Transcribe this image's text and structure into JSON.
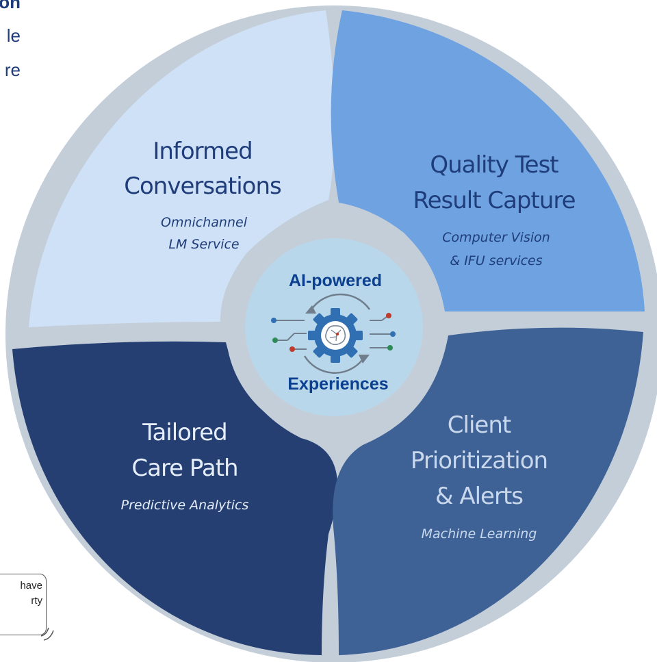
{
  "side_text": {
    "line1": "on",
    "line2": "le",
    "line3": "re"
  },
  "note": {
    "line1": "have",
    "line2": "rty"
  },
  "segments": {
    "informed": {
      "title1": "Informed",
      "title2": "Conversations",
      "sub1": "Omnichannel",
      "sub2": "LM Service"
    },
    "quality": {
      "title1": "Quality Test",
      "title2": "Result Capture",
      "sub1": "Computer Vision",
      "sub2": "& IFU services"
    },
    "tailored": {
      "title1": "Tailored",
      "title2": "Care Path",
      "sub1": "Predictive Analytics"
    },
    "client": {
      "title1": "Client",
      "title2": "Prioritization",
      "title3": "& Alerts",
      "sub1": "Machine Learning"
    }
  },
  "center": {
    "top": "AI-powered",
    "bottom": "Experiences"
  },
  "colors": {
    "ring": "#c4ced9",
    "informed": "#cfe1f6",
    "quality": "#6fa2e1",
    "tailored": "#253f72",
    "client": "#3e6296",
    "hub": "#b9d7ea",
    "title_dark": "#1f3d7a",
    "text_light": "#e6eef9",
    "sub_light": "#c9d8ec"
  },
  "icons": [
    "ai-gear-icon",
    "note-curl-icon"
  ]
}
